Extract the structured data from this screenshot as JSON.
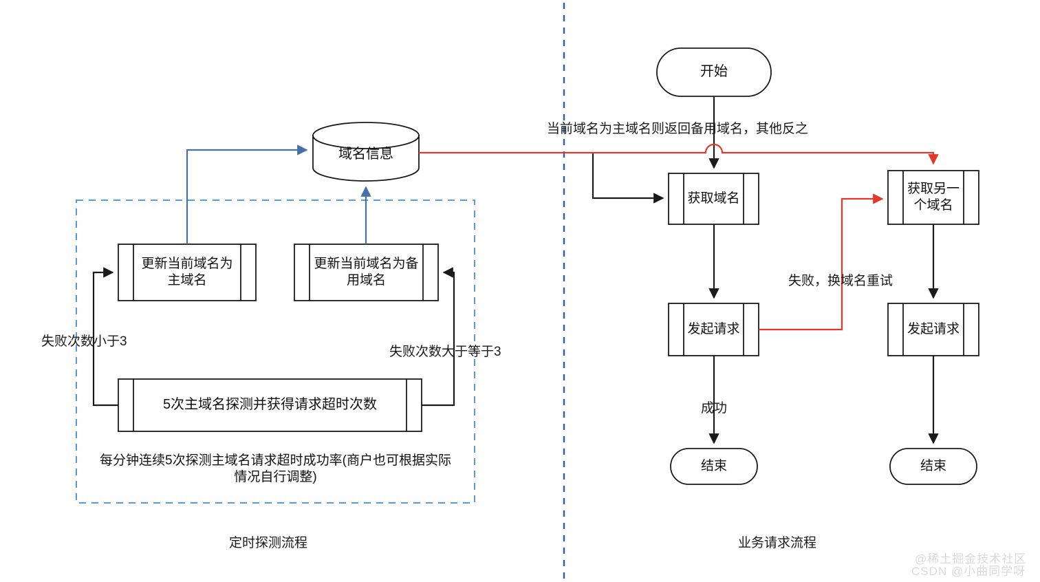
{
  "diagram": {
    "title": "域名容灾流程图",
    "colors": {
      "stroke_black": "#1a1a1a",
      "stroke_red": "#e0392c",
      "stroke_blue": "#4472a8",
      "dashed_panel": "#5b9bd5",
      "divider": "#2a5caa",
      "watermark": "#d9d9d9",
      "background": "#ffffff"
    },
    "sections": [
      {
        "id": "left",
        "caption": "定时探测流程"
      },
      {
        "id": "right",
        "caption": "业务请求流程"
      }
    ]
  },
  "left_flow": {
    "datastore": {
      "label": "域名信息",
      "shape": "cylinder"
    },
    "panel_note": "每分钟连续5次探测主域名请求超时成功率(商户也可根据实际\n情况自行调整)",
    "panel_note_line1": "每分钟连续5次探测主域名请求超时成功率(商户也可根据实际",
    "panel_note_line2": "情况自行调整)",
    "nodes": [
      {
        "id": "update-primary",
        "label_line1": "更新当前域名为",
        "label_line2": "主域名",
        "shape": "subroutine"
      },
      {
        "id": "update-backup",
        "label_line1": "更新当前域名为备",
        "label_line2": "用域名",
        "shape": "subroutine"
      },
      {
        "id": "probe",
        "label_line1": "5次主域名探测并获得请求超时次数",
        "label_line2": "",
        "shape": "subroutine"
      }
    ],
    "edge_labels": [
      {
        "id": "fail-lt-3",
        "text": "失败次数小于3"
      },
      {
        "id": "fail-gte-3",
        "text": "失败次数大于等于3"
      }
    ],
    "caption": "定时探测流程"
  },
  "right_flow": {
    "nodes": [
      {
        "id": "start",
        "label": "开始",
        "shape": "terminator"
      },
      {
        "id": "get-domain",
        "label_line1": "获取域名",
        "label_line2": "",
        "shape": "subroutine"
      },
      {
        "id": "get-other-domain",
        "label_line1": "获取另一",
        "label_line2": "个域名",
        "shape": "subroutine"
      },
      {
        "id": "send-request-1",
        "label_line1": "发起请求",
        "label_line2": "",
        "shape": "subroutine"
      },
      {
        "id": "send-request-2",
        "label_line1": "发起请求",
        "label_line2": "",
        "shape": "subroutine"
      },
      {
        "id": "end-1",
        "label": "结束",
        "shape": "terminator"
      },
      {
        "id": "end-2",
        "label": "结束",
        "shape": "terminator"
      }
    ],
    "edge_labels": [
      {
        "id": "swap-rule",
        "text": "当前域名为主域名则返回备用域名，其他反之"
      },
      {
        "id": "retry-other-domain",
        "text": "失败，换域名重试"
      },
      {
        "id": "success",
        "text": "成功"
      }
    ],
    "caption": "业务请求流程"
  },
  "watermarks": {
    "line1": "@稀土掘金技术社区",
    "line2": "CSDN @小曲同学呀"
  }
}
